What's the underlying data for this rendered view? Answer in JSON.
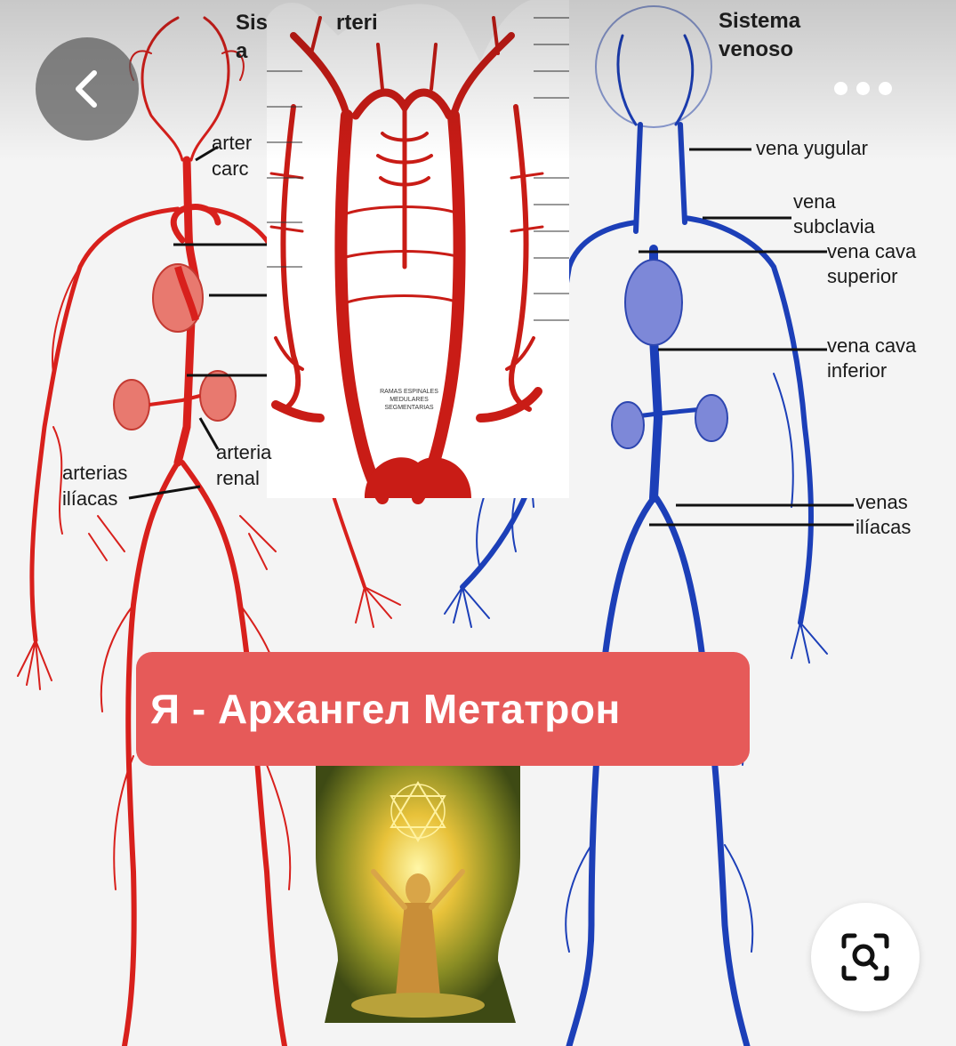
{
  "viewer": {
    "back_icon": "chevron-left-icon",
    "more_icon": "more-horizontal-icon",
    "lens_icon": "visual-search-icon"
  },
  "labels": {
    "arterial_title_partial": "Sis",
    "arterial_title_partial2": "a",
    "arterial_overlay_partial": "rteri",
    "carotid_line1": "arter",
    "carotid_line2": "carc",
    "venous_title_line1": "Sistema",
    "venous_title_line2": "venoso",
    "vena_yugular": "vena yugular",
    "vena_subclavia_line1": "vena",
    "vena_subclavia_line2": "subclavia",
    "vena_cava_superior_line1": "vena cava",
    "vena_cava_superior_line2": "superior",
    "vena_cava_inferior_line1": "vena cava",
    "vena_cava_inferior_line2": "inferior",
    "arteria_renal_line1": "arteria",
    "arteria_renal_line2": "renal",
    "arterias_iliacas_line1": "arterias",
    "arterias_iliacas_line2": "ilíacas",
    "venas_iliacas_line1": "venas",
    "venas_iliacas_line2": "ilíacas",
    "spinal_caption_line1": "RAMAS ESPINALES",
    "spinal_caption_line2": "MEDULARES",
    "spinal_caption_line3": "SEGMENTARIAS"
  },
  "banner": {
    "text": "Я - Архангел Метатрон"
  },
  "colors": {
    "artery_red": "#d8201c",
    "vein_blue": "#1c3fb8",
    "banner_red": "#e65a59",
    "overlay_red": "#c91c16"
  }
}
